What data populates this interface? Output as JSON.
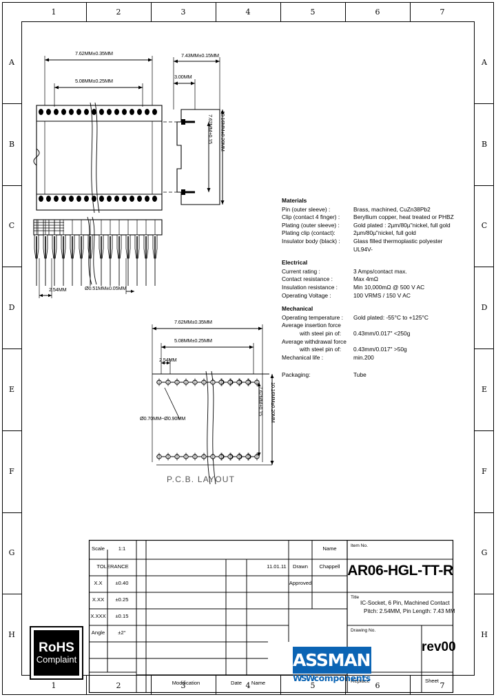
{
  "sheet": {
    "columns": [
      "1",
      "2",
      "3",
      "4",
      "5",
      "6",
      "7"
    ],
    "rows": [
      "A",
      "B",
      "C",
      "D",
      "E",
      "F",
      "G",
      "H"
    ]
  },
  "views": {
    "top_view": {
      "name": "top-view",
      "dim_overall_width": "7.62MM±0.35MM",
      "dim_inner_width": "5.08MM±0.25MM"
    },
    "side_view": {
      "name": "side-view",
      "dim_height": "7.43MM±0.15MM",
      "dim_body": "3.00MM",
      "dim_pitch_rows": "7.62MM±0.15",
      "dim_outer_rows": "10.16MM±0.20MM"
    },
    "front_view": {
      "name": "front-view",
      "dim_pitch": "2.54MM",
      "dim_pin_dia": "Ø0.51MM±0.05MM"
    },
    "pcb_layout": {
      "name": "pcb-layout",
      "caption": "P.C.B. LAYOUT",
      "dim_overall_width": "7.62MM±0.35MM",
      "dim_inner_width": "5.08MM±0.25MM",
      "dim_pitch": "2.54MM",
      "dim_hole_dia": "Ø0.70MM~Ø0.90MM",
      "dim_row_spacing": "7.62MM±0.15",
      "dim_outer_spacing": "10.16MM±0.20MM"
    }
  },
  "specs": {
    "materials": {
      "title": "Materials",
      "rows": [
        {
          "key": "Pin (outer sleeve) :",
          "value": "Brass, machined, CuZn38Pb2"
        },
        {
          "key": "Clip (contact 4 finger) :",
          "value": "Beryllium copper, heat treated or PHBZ"
        },
        {
          "key": "Plating (outer sleeve) :",
          "value": "Gold plated :  2µm/80µ\"nickel, full gold"
        },
        {
          "key": "Plating clip (contact):",
          "value": "2µm/80µ\"nickel, full gold"
        },
        {
          "key": "Insulator body (black) :",
          "value": "Glass filled thermoplastic polyester UL94V-"
        }
      ]
    },
    "electrical": {
      "title": "Electrical",
      "rows": [
        {
          "key": "Current  rating :",
          "value": "3 Amps/contact max."
        },
        {
          "key": "Contact  resistance  :",
          "value": "Max 4mΩ"
        },
        {
          "key": "Insulation  resistance :",
          "value": "Min 10,000mΩ @ 500 V AC"
        },
        {
          "key": "Operating Voltage  :",
          "value": "100 VRMS / 150 V AC"
        }
      ]
    },
    "mechanical": {
      "title": "Mechanical",
      "rows": [
        {
          "key": "Operating temperature :",
          "value": "Gold plated: -55°C to +125°C",
          "indent": false
        },
        {
          "key": "Average insertion force",
          "value": "",
          "indent": false
        },
        {
          "key": "with steel pin of:",
          "value": "0.43mm/0.017\" <250g",
          "indent": true
        },
        {
          "key": "Average withdrawal force",
          "value": "",
          "indent": false
        },
        {
          "key": "with steel pin of:",
          "value": "0.43mm/0.017\" >50g",
          "indent": true
        },
        {
          "key": "Mechanical life :",
          "value": "min.200",
          "indent": false
        }
      ]
    },
    "packaging": {
      "key": "Packaging:",
      "value": "Tube"
    }
  },
  "title_block": {
    "scale_label": "Scale",
    "scale_value": "1:1",
    "tolerance_label": "TOLERANCE",
    "tolerance_rows": [
      {
        "k": "X.X",
        "v": "±0.40"
      },
      {
        "k": "X.XX",
        "v": "±0.25"
      },
      {
        "k": "X.XXX",
        "v": "±0.15"
      },
      {
        "k": "Angle",
        "v": "±2°"
      }
    ],
    "modification_label": "Modification",
    "date_label": "Date",
    "name_label2": "Name",
    "name_label": "Name",
    "drawn_label": "Drawn",
    "drawn_date": "11.01.11",
    "drawn_name": "Chappell",
    "approved_label": "Approved",
    "item_no_label": "Item No.",
    "item_no": "AR06-HGL-TT-R",
    "title_label": "Title",
    "title_line1": "IC-Socket, 6 Pin, Machined Contact",
    "title_line2": "Pitch: 2.54MM, Pin Length: 7.43 MM",
    "drawing_no_label": "Drawing No.",
    "revision": "rev00",
    "replace_label": "Replace",
    "sheet_label": "Sheet"
  },
  "logo": {
    "brand": "ASSMANN",
    "tagline": "components",
    "wsw_mark": "WSW",
    "color": "#0b64b4"
  },
  "rohs": {
    "line1": "RoHS",
    "line2": "Complaint"
  }
}
